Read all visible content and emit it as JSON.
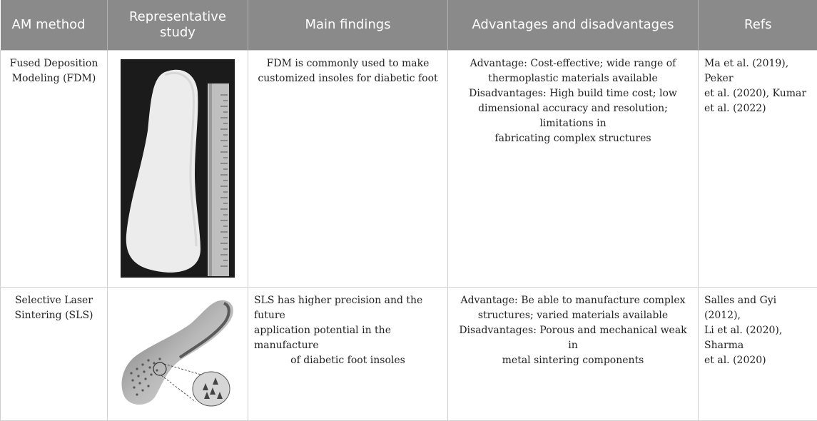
{
  "headers": {
    "method": "AM method",
    "study": "Representative study",
    "findings": "Main findings",
    "adv": "Advantages and disadvantages",
    "refs": "Refs"
  },
  "rows": [
    {
      "method_lines": [
        "Fused Deposition",
        "Modeling (FDM)"
      ],
      "image_icon": "fdm-insole-photo",
      "findings_lines": [
        "FDM is commonly used to make",
        "customized insoles for diabetic foot"
      ],
      "adv_lines": [
        "Advantage: Cost-effective; wide range of",
        "thermoplastic materials available",
        "Disadvantages: High build time cost; low",
        "dimensional accuracy and resolution; limitations in",
        "fabricating complex structures"
      ],
      "refs_lines": [
        "Ma et al. (2019), Peker",
        "et al. (2020), Kumar",
        "et al. (2022)"
      ]
    },
    {
      "method_lines": [
        "Selective Laser",
        "Sintering (SLS)"
      ],
      "image_icon": "sls-insole-render",
      "findings_lines": [
        "SLS has higher precision and the future",
        "application potential in the manufacture",
        "of diabetic foot insoles"
      ],
      "adv_lines": [
        "Advantage: Be able to manufacture complex",
        "structures; varied materials available",
        "Disadvantages: Porous and mechanical weak in",
        "metal sintering components"
      ],
      "refs_lines": [
        "Salles and Gyi (2012),",
        "Li et al. (2020), Sharma",
        "et al. (2020)"
      ]
    }
  ],
  "colors": {
    "header_bg": "#8a8a8a",
    "header_text": "#ffffff",
    "border": "#d0d0d0"
  }
}
